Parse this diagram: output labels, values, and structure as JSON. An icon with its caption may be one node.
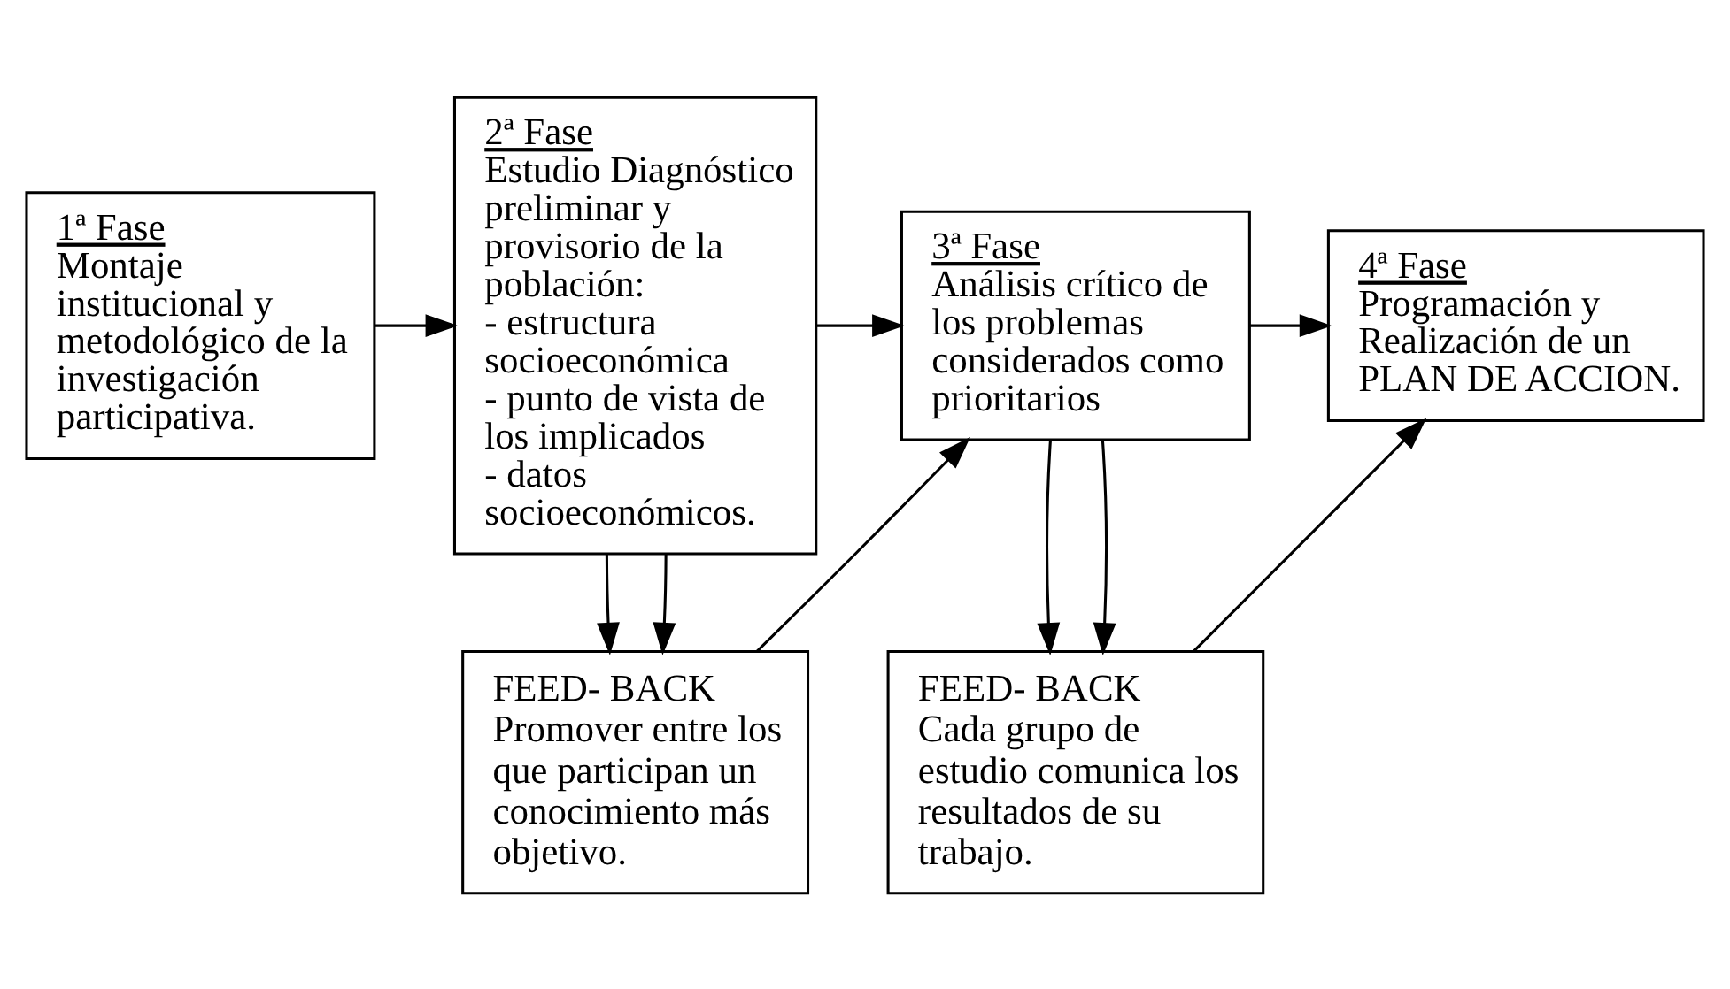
{
  "diagram": {
    "nodes": [
      {
        "text": [
          "1ª Fase",
          "Montaje institucional y metodológico de la investigación participativa."
        ]
      },
      {
        "text": [
          "2ª Fase",
          "Estudio Diagnóstico preliminar y provisorio de la población:",
          "- estructura socioeconómica",
          "- punto de vista de los implicados",
          "- datos socioeconómicos."
        ]
      },
      {
        "text": [
          "FEED- BACK",
          "Promover entre los que participan un conocimiento más objetivo."
        ]
      },
      {
        "text": [
          "3ª Fase",
          "Análisis crítico de los problemas considerados como prioritarios"
        ]
      },
      {
        "text": [
          "FEED- BACK",
          "Cada grupo de estudio comunica los resultados de su trabajo."
        ]
      },
      {
        "text": [
          "4ª Fase",
          "Programación y Realización de un PLAN DE ACCION."
        ]
      }
    ],
    "edges": [
      {
        "from": 0,
        "to": 1,
        "arrow": "to"
      },
      {
        "from": 1,
        "to": 2,
        "arrow": "to"
      },
      {
        "from": 1,
        "to": 2,
        "arrow": "to"
      },
      {
        "from": 2,
        "to": 3,
        "arrow": "to"
      },
      {
        "from": 1,
        "to": 3,
        "arrow": "to"
      },
      {
        "from": 3,
        "to": 4,
        "arrow": "to"
      },
      {
        "from": 3,
        "to": 4,
        "arrow": "to"
      },
      {
        "from": 4,
        "to": 5,
        "arrow": "to"
      },
      {
        "from": 3,
        "to": 5,
        "arrow": "to"
      }
    ]
  }
}
